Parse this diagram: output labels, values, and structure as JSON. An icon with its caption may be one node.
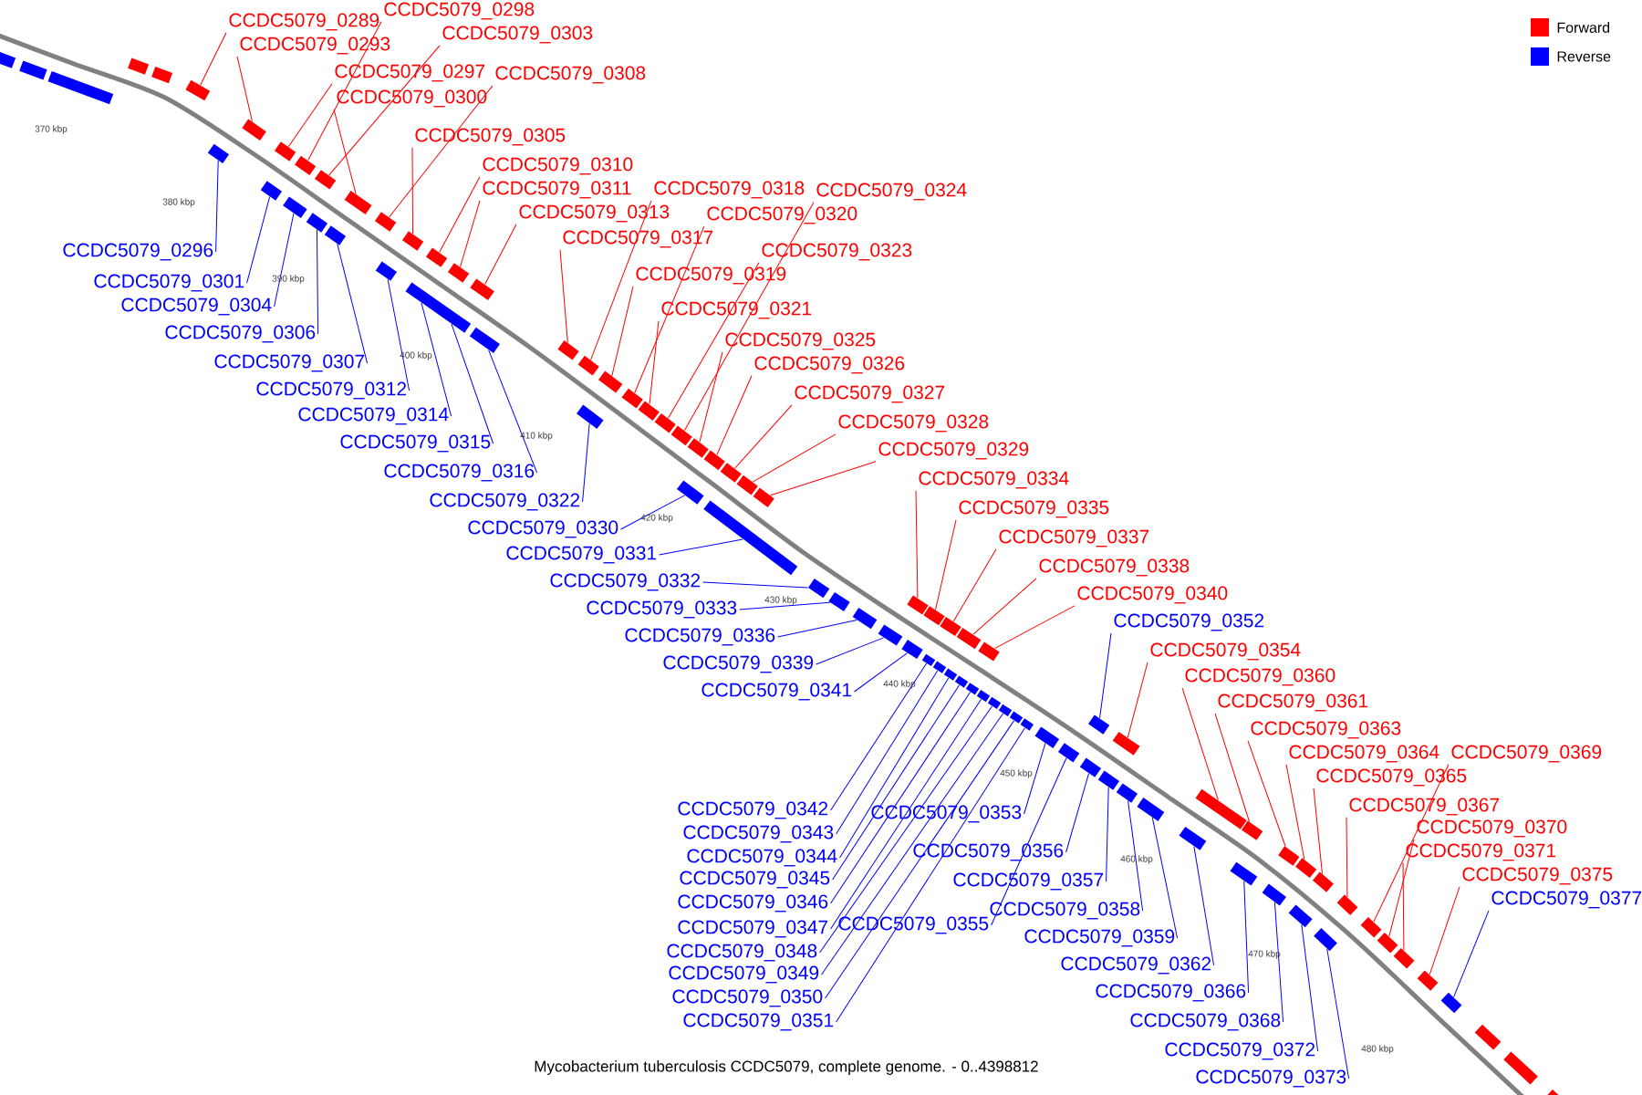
{
  "diagram": {
    "caption": "Mycobacterium tuberculosis CCDC5079, complete genome. - 0..4398812",
    "nodes": [
      {
        "text": [
          "CCDC5079_0289"
        ]
      },
      {
        "text": [
          "CCDC5079_0298"
        ]
      },
      {
        "text": [
          "CCDC5079_0303"
        ]
      },
      {
        "text": [
          "CCDC5079_0293"
        ]
      },
      {
        "text": [
          "CCDC5079_0297"
        ]
      },
      {
        "text": [
          "CCDC5079_0308"
        ]
      },
      {
        "text": [
          "CCDC5079_0300"
        ]
      },
      {
        "text": [
          "CCDC5079_0305"
        ]
      },
      {
        "text": [
          "CCDC5079_0310"
        ]
      },
      {
        "text": [
          "CCDC5079_0311"
        ]
      },
      {
        "text": [
          "CCDC5079_0318"
        ]
      },
      {
        "text": [
          "CCDC5079_0324"
        ]
      },
      {
        "text": [
          "CCDC5079_0313"
        ]
      },
      {
        "text": [
          "CCDC5079_0320"
        ]
      },
      {
        "text": [
          "CCDC5079_0317"
        ]
      },
      {
        "text": [
          "CCDC5079_0323"
        ]
      },
      {
        "text": [
          "CCDC5079_0319"
        ]
      },
      {
        "text": [
          "CCDC5079_0321"
        ]
      },
      {
        "text": [
          "CCDC5079_0325"
        ]
      },
      {
        "text": [
          "CCDC5079_0326"
        ]
      },
      {
        "text": [
          "CCDC5079_0327"
        ]
      },
      {
        "text": [
          "CCDC5079_0328"
        ]
      },
      {
        "text": [
          "CCDC5079_0329"
        ]
      },
      {
        "text": [
          "CCDC5079_0334"
        ]
      },
      {
        "text": [
          "CCDC5079_0335"
        ]
      },
      {
        "text": [
          "CCDC5079_0337"
        ]
      },
      {
        "text": [
          "CCDC5079_0338"
        ]
      },
      {
        "text": [
          "CCDC5079_0340"
        ]
      },
      {
        "text": [
          "CCDC5079_0354"
        ]
      },
      {
        "text": [
          "CCDC5079_0360"
        ]
      },
      {
        "text": [
          "CCDC5079_0361"
        ]
      },
      {
        "text": [
          "CCDC5079_0363"
        ]
      },
      {
        "text": [
          "CCDC5079_0364"
        ]
      },
      {
        "text": [
          "CCDC5079_0369"
        ]
      },
      {
        "text": [
          "CCDC5079_0365"
        ]
      },
      {
        "text": [
          "CCDC5079_0367"
        ]
      },
      {
        "text": [
          "CCDC5079_0370"
        ]
      },
      {
        "text": [
          "CCDC5079_0371"
        ]
      },
      {
        "text": [
          "CCDC5079_0375"
        ]
      },
      {
        "text": [
          "CCDC5079_0296"
        ]
      },
      {
        "text": [
          "CCDC5079_0301"
        ]
      },
      {
        "text": [
          "CCDC5079_0304"
        ]
      },
      {
        "text": [
          "CCDC5079_0306"
        ]
      },
      {
        "text": [
          "CCDC5079_0307"
        ]
      },
      {
        "text": [
          "CCDC5079_0312"
        ]
      },
      {
        "text": [
          "CCDC5079_0314"
        ]
      },
      {
        "text": [
          "CCDC5079_0315"
        ]
      },
      {
        "text": [
          "CCDC5079_0316"
        ]
      },
      {
        "text": [
          "CCDC5079_0322"
        ]
      },
      {
        "text": [
          "CCDC5079_0330"
        ]
      },
      {
        "text": [
          "CCDC5079_0331"
        ]
      },
      {
        "text": [
          "CCDC5079_0332"
        ]
      },
      {
        "text": [
          "CCDC5079_0333"
        ]
      },
      {
        "text": [
          "CCDC5079_0336"
        ]
      },
      {
        "text": [
          "CCDC5079_0339"
        ]
      },
      {
        "text": [
          "CCDC5079_0341"
        ]
      },
      {
        "text": [
          "CCDC5079_0352"
        ]
      },
      {
        "text": [
          "CCDC5079_0342"
        ]
      },
      {
        "text": [
          "CCDC5079_0343"
        ]
      },
      {
        "text": [
          "CCDC5079_0344"
        ]
      },
      {
        "text": [
          "CCDC5079_0345"
        ]
      },
      {
        "text": [
          "CCDC5079_0346"
        ]
      },
      {
        "text": [
          "CCDC5079_0347"
        ]
      },
      {
        "text": [
          "CCDC5079_0348"
        ]
      },
      {
        "text": [
          "CCDC5079_0349"
        ]
      },
      {
        "text": [
          "CCDC5079_0350"
        ]
      },
      {
        "text": [
          "CCDC5079_0351"
        ]
      },
      {
        "text": [
          "CCDC5079_0353"
        ]
      },
      {
        "text": [
          "CCDC5079_0356"
        ]
      },
      {
        "text": [
          "CCDC5079_0355"
        ]
      },
      {
        "text": [
          "CCDC5079_0357"
        ]
      },
      {
        "text": [
          "CCDC5079_0358"
        ]
      },
      {
        "text": [
          "CCDC5079_0359"
        ]
      },
      {
        "text": [
          "CCDC5079_0362"
        ]
      },
      {
        "text": [
          "CCDC5079_0366"
        ]
      },
      {
        "text": [
          "CCDC5079_0368"
        ]
      },
      {
        "text": [
          "CCDC5079_0372"
        ]
      },
      {
        "text": [
          "CCDC5079_0373"
        ]
      },
      {
        "text": [
          "CCDC5079_0377"
        ]
      },
      {
        "text": [],
        "shape": "box"
      },
      {
        "text": [],
        "shape": "box"
      },
      {
        "text": [],
        "shape": "box"
      },
      {
        "text": [],
        "shape": "box"
      },
      {
        "text": [],
        "shape": "box"
      },
      {
        "text": [],
        "shape": "box"
      },
      {
        "text": [],
        "shape": "box"
      },
      {
        "text": [],
        "shape": "box"
      },
      {
        "text": [],
        "shape": "box"
      },
      {
        "text": [],
        "shape": "box"
      },
      {
        "text": [],
        "shape": "box"
      },
      {
        "text": [],
        "shape": "box"
      },
      {
        "text": [],
        "shape": "box"
      },
      {
        "text": [],
        "shape": "box"
      },
      {
        "text": [],
        "shape": "box"
      },
      {
        "text": [],
        "shape": "box"
      },
      {
        "text": [],
        "shape": "box"
      },
      {
        "text": [],
        "shape": "box"
      },
      {
        "text": [],
        "shape": "box"
      },
      {
        "text": [],
        "shape": "box"
      },
      {
        "text": [],
        "shape": "box"
      },
      {
        "text": [],
        "shape": "box"
      },
      {
        "text": [],
        "shape": "box"
      },
      {
        "text": [],
        "shape": "box"
      },
      {
        "text": [],
        "shape": "box"
      },
      {
        "text": [],
        "shape": "box"
      },
      {
        "text": [],
        "shape": "box"
      },
      {
        "text": [],
        "shape": "box"
      },
      {
        "text": [],
        "shape": "box"
      },
      {
        "text": [],
        "shape": "box"
      },
      {
        "text": [],
        "shape": "box"
      },
      {
        "text": [],
        "shape": "box"
      },
      {
        "text": [],
        "shape": "box"
      },
      {
        "text": [],
        "shape": "box"
      },
      {
        "text": [],
        "shape": "box"
      },
      {
        "text": [],
        "shape": "box"
      },
      {
        "text": [],
        "shape": "box"
      },
      {
        "text": [],
        "shape": "box"
      },
      {
        "text": [],
        "shape": "box"
      },
      {
        "text": [],
        "shape": "box"
      },
      {
        "text": [],
        "shape": "box"
      },
      {
        "text": [],
        "shape": "box"
      },
      {
        "text": [],
        "shape": "box"
      },
      {
        "text": [],
        "shape": "box"
      },
      {
        "text": [],
        "shape": "box"
      },
      {
        "text": [],
        "shape": "box"
      },
      {
        "text": [],
        "shape": "box"
      },
      {
        "text": [],
        "shape": "box"
      },
      {
        "text": [],
        "shape": "box"
      },
      {
        "text": [],
        "shape": "box"
      },
      {
        "text": [],
        "shape": "box"
      },
      {
        "text": [],
        "shape": "box"
      },
      {
        "text": [],
        "shape": "box"
      },
      {
        "text": [],
        "shape": "box"
      },
      {
        "text": [],
        "shape": "box"
      },
      {
        "text": [],
        "shape": "box"
      },
      {
        "text": [],
        "shape": "box"
      },
      {
        "text": [],
        "shape": "box"
      },
      {
        "text": [],
        "shape": "box"
      },
      {
        "text": [],
        "shape": "box"
      },
      {
        "text": [],
        "shape": "box"
      },
      {
        "text": [],
        "shape": "box"
      },
      {
        "text": [],
        "shape": "box"
      },
      {
        "text": [],
        "shape": "box"
      },
      {
        "text": [],
        "shape": "box"
      },
      {
        "text": [],
        "shape": "box"
      },
      {
        "text": [],
        "shape": "box"
      },
      {
        "text": [],
        "shape": "box"
      },
      {
        "text": [],
        "shape": "box"
      },
      {
        "text": [],
        "shape": "box"
      },
      {
        "text": [],
        "shape": "box"
      },
      {
        "text": [],
        "shape": "box"
      },
      {
        "text": [],
        "shape": "box"
      },
      {
        "text": [],
        "shape": "box"
      },
      {
        "text": [],
        "shape": "box"
      },
      {
        "text": [],
        "shape": "box"
      },
      {
        "text": [],
        "shape": "box"
      },
      {
        "text": [],
        "shape": "box"
      },
      {
        "text": [],
        "shape": "box"
      },
      {
        "text": [],
        "shape": "box"
      },
      {
        "text": [],
        "shape": "box"
      },
      {
        "text": [],
        "shape": "box"
      },
      {
        "text": [],
        "shape": "box"
      },
      {
        "text": [],
        "shape": "box"
      },
      {
        "text": [],
        "shape": "box"
      },
      {
        "text": [],
        "shape": "box"
      },
      {
        "text": [],
        "shape": "box"
      }
    ],
    "edges": [
      {
        "from": 0,
        "to": 79,
        "arrow": "none",
        "color": "#ff0000"
      },
      {
        "from": 1,
        "to": 80,
        "arrow": "none",
        "color": "#ff0000"
      },
      {
        "from": 2,
        "to": 81,
        "arrow": "none",
        "color": "#ff0000"
      },
      {
        "from": 3,
        "to": 82,
        "arrow": "none",
        "color": "#ff0000"
      },
      {
        "from": 4,
        "to": 83,
        "arrow": "none",
        "color": "#ff0000"
      },
      {
        "from": 5,
        "to": 84,
        "arrow": "none",
        "color": "#ff0000"
      },
      {
        "from": 6,
        "to": 85,
        "arrow": "none",
        "color": "#ff0000"
      },
      {
        "from": 7,
        "to": 86,
        "arrow": "none",
        "color": "#ff0000"
      },
      {
        "from": 8,
        "to": 87,
        "arrow": "none",
        "color": "#ff0000"
      },
      {
        "from": 9,
        "to": 88,
        "arrow": "none",
        "color": "#ff0000"
      },
      {
        "from": 10,
        "to": 89,
        "arrow": "none",
        "color": "#ff0000"
      },
      {
        "from": 11,
        "to": 90,
        "arrow": "none",
        "color": "#ff0000"
      },
      {
        "from": 12,
        "to": 91,
        "arrow": "none",
        "color": "#ff0000"
      },
      {
        "from": 13,
        "to": 92,
        "arrow": "none",
        "color": "#ff0000"
      },
      {
        "from": 14,
        "to": 93,
        "arrow": "none",
        "color": "#ff0000"
      },
      {
        "from": 15,
        "to": 94,
        "arrow": "none",
        "color": "#ff0000"
      },
      {
        "from": 16,
        "to": 95,
        "arrow": "none",
        "color": "#ff0000"
      },
      {
        "from": 17,
        "to": 96,
        "arrow": "none",
        "color": "#ff0000"
      },
      {
        "from": 18,
        "to": 97,
        "arrow": "none",
        "color": "#ff0000"
      },
      {
        "from": 19,
        "to": 98,
        "arrow": "none",
        "color": "#ff0000"
      },
      {
        "from": 20,
        "to": 99,
        "arrow": "none",
        "color": "#ff0000"
      },
      {
        "from": 21,
        "to": 100,
        "arrow": "none",
        "color": "#ff0000"
      },
      {
        "from": 22,
        "to": 101,
        "arrow": "none",
        "color": "#ff0000"
      },
      {
        "from": 23,
        "to": 102,
        "arrow": "none",
        "color": "#ff0000"
      },
      {
        "from": 24,
        "to": 103,
        "arrow": "none",
        "color": "#ff0000"
      },
      {
        "from": 25,
        "to": 104,
        "arrow": "none",
        "color": "#ff0000"
      },
      {
        "from": 26,
        "to": 105,
        "arrow": "none",
        "color": "#ff0000"
      },
      {
        "from": 27,
        "to": 106,
        "arrow": "none",
        "color": "#ff0000"
      },
      {
        "from": 28,
        "to": 107,
        "arrow": "none",
        "color": "#ff0000"
      },
      {
        "from": 29,
        "to": 108,
        "arrow": "none",
        "color": "#ff0000"
      },
      {
        "from": 30,
        "to": 109,
        "arrow": "none",
        "color": "#ff0000"
      },
      {
        "from": 31,
        "to": 110,
        "arrow": "none",
        "color": "#ff0000"
      },
      {
        "from": 32,
        "to": 111,
        "arrow": "none",
        "color": "#ff0000"
      },
      {
        "from": 33,
        "to": 112,
        "arrow": "none",
        "color": "#ff0000"
      },
      {
        "from": 34,
        "to": 113,
        "arrow": "none",
        "color": "#ff0000"
      },
      {
        "from": 35,
        "to": 114,
        "arrow": "none",
        "color": "#ff0000"
      },
      {
        "from": 36,
        "to": 115,
        "arrow": "none",
        "color": "#ff0000"
      },
      {
        "from": 37,
        "to": 116,
        "arrow": "none",
        "color": "#ff0000"
      },
      {
        "from": 38,
        "to": 117,
        "arrow": "none",
        "color": "#ff0000"
      },
      {
        "from": 39,
        "to": 118,
        "arrow": "none",
        "color": "#0000ff"
      },
      {
        "from": 40,
        "to": 119,
        "arrow": "none",
        "color": "#0000ff"
      },
      {
        "from": 41,
        "to": 120,
        "arrow": "none",
        "color": "#0000ff"
      },
      {
        "from": 42,
        "to": 121,
        "arrow": "none",
        "color": "#0000ff"
      },
      {
        "from": 43,
        "to": 122,
        "arrow": "none",
        "color": "#0000ff"
      },
      {
        "from": 44,
        "to": 123,
        "arrow": "none",
        "color": "#0000ff"
      },
      {
        "from": 45,
        "to": 124,
        "arrow": "none",
        "color": "#0000ff"
      },
      {
        "from": 46,
        "to": 125,
        "arrow": "none",
        "color": "#0000ff"
      },
      {
        "from": 47,
        "to": 126,
        "arrow": "none",
        "color": "#0000ff"
      },
      {
        "from": 48,
        "to": 127,
        "arrow": "none",
        "color": "#0000ff"
      },
      {
        "from": 49,
        "to": 128,
        "arrow": "none",
        "color": "#0000ff"
      },
      {
        "from": 50,
        "to": 129,
        "arrow": "none",
        "color": "#0000ff"
      },
      {
        "from": 51,
        "to": 130,
        "arrow": "none",
        "color": "#0000ff"
      },
      {
        "from": 52,
        "to": 131,
        "arrow": "none",
        "color": "#0000ff"
      },
      {
        "from": 53,
        "to": 132,
        "arrow": "none",
        "color": "#0000ff"
      },
      {
        "from": 54,
        "to": 133,
        "arrow": "none",
        "color": "#0000ff"
      },
      {
        "from": 55,
        "to": 134,
        "arrow": "none",
        "color": "#0000ff"
      },
      {
        "from": 56,
        "to": 135,
        "arrow": "none",
        "color": "#0000ff"
      },
      {
        "from": 57,
        "to": 136,
        "arrow": "none",
        "color": "#0000ff"
      },
      {
        "from": 58,
        "to": 137,
        "arrow": "none",
        "color": "#0000ff"
      },
      {
        "from": 59,
        "to": 138,
        "arrow": "none",
        "color": "#0000ff"
      },
      {
        "from": 60,
        "to": 139,
        "arrow": "none",
        "color": "#0000ff"
      },
      {
        "from": 61,
        "to": 140,
        "arrow": "none",
        "color": "#0000ff"
      },
      {
        "from": 62,
        "to": 141,
        "arrow": "none",
        "color": "#0000ff"
      },
      {
        "from": 63,
        "to": 142,
        "arrow": "none",
        "color": "#0000ff"
      },
      {
        "from": 64,
        "to": 143,
        "arrow": "none",
        "color": "#0000ff"
      },
      {
        "from": 65,
        "to": 144,
        "arrow": "none",
        "color": "#0000ff"
      },
      {
        "from": 66,
        "to": 145,
        "arrow": "none",
        "color": "#0000ff"
      },
      {
        "from": 67,
        "to": 146,
        "arrow": "none",
        "color": "#0000ff"
      },
      {
        "from": 68,
        "to": 147,
        "arrow": "none",
        "color": "#0000ff"
      },
      {
        "from": 69,
        "to": 148,
        "arrow": "none",
        "color": "#0000ff"
      },
      {
        "from": 70,
        "to": 149,
        "arrow": "none",
        "color": "#0000ff"
      },
      {
        "from": 71,
        "to": 150,
        "arrow": "none",
        "color": "#0000ff"
      },
      {
        "from": 72,
        "to": 151,
        "arrow": "none",
        "color": "#0000ff"
      },
      {
        "from": 73,
        "to": 152,
        "arrow": "none",
        "color": "#0000ff"
      },
      {
        "from": 74,
        "to": 153,
        "arrow": "none",
        "color": "#0000ff"
      },
      {
        "from": 75,
        "to": 154,
        "arrow": "none",
        "color": "#0000ff"
      },
      {
        "from": 76,
        "to": 155,
        "arrow": "none",
        "color": "#0000ff"
      },
      {
        "from": 77,
        "to": 156,
        "arrow": "none",
        "color": "#0000ff"
      },
      {
        "from": 78,
        "to": 157,
        "arrow": "none",
        "color": "#0000ff"
      }
    ],
    "labels": [
      "370 kbp",
      "380 kbp",
      "390 kbp",
      "400 kbp",
      "410 kbp",
      "420 kbp",
      "430 kbp",
      "440 kbp",
      "450 kbp",
      "460 kbp",
      "470 kbp",
      "480 kbp"
    ],
    "legend": [
      {
        "text": "Forward",
        "color": "#ff0000"
      },
      {
        "text": "Reverse",
        "color": "#0000ff"
      }
    ]
  }
}
